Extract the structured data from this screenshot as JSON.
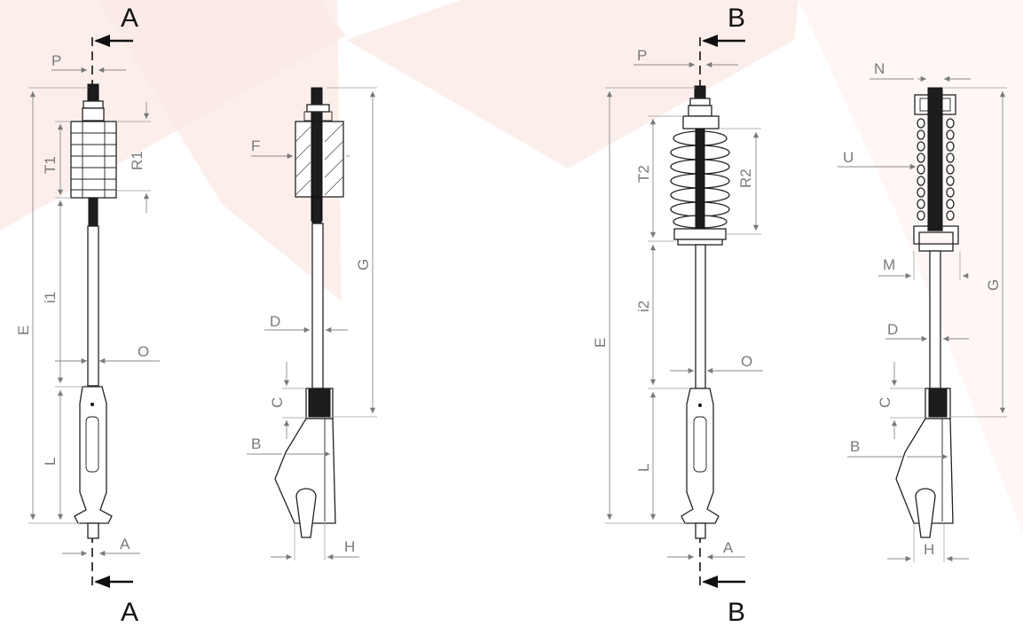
{
  "section_labels": {
    "a_top": "A",
    "a_bottom": "A",
    "b_top": "B",
    "b_bottom": "B"
  },
  "view1": {
    "p": "P",
    "t1": "T1",
    "r1": "R1",
    "i1": "i1",
    "e": "E",
    "o": "O",
    "l": "L",
    "a": "A"
  },
  "view2": {
    "f": "F",
    "g": "G",
    "d": "D",
    "c": "C",
    "b": "B",
    "h": "H"
  },
  "view3": {
    "p": "P",
    "t2": "T2",
    "r2": "R2",
    "i2": "i2",
    "e": "E",
    "o": "O",
    "l": "L",
    "a": "A"
  },
  "view4": {
    "n": "N",
    "u": "U",
    "m": "M",
    "g": "G",
    "d": "D",
    "c": "C",
    "b": "B",
    "h": "H"
  }
}
